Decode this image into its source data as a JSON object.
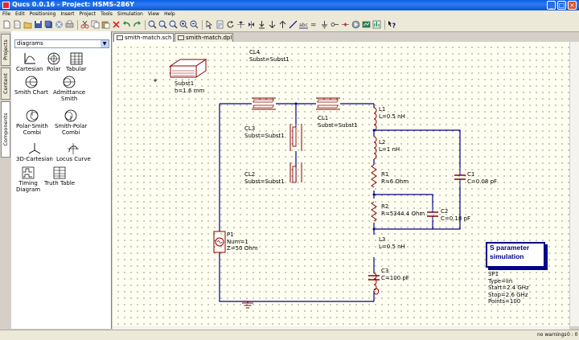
{
  "window": {
    "title": "Qucs 0.0.16 - Project: HSMS-286Y"
  },
  "menu": [
    "File",
    "Edit",
    "Positioning",
    "Insert",
    "Project",
    "Tools",
    "Simulation",
    "View",
    "Help"
  ],
  "side_tabs": [
    "Projects",
    "Content",
    "Components"
  ],
  "panel": {
    "category": "diagrams",
    "items": [
      {
        "label": "Cartesian",
        "icon": "cartesian-diagram-icon"
      },
      {
        "label": "Polar",
        "icon": "polar-diagram-icon"
      },
      {
        "label": "Tabular",
        "icon": "tabular-diagram-icon"
      },
      {
        "label": "Smith Chart",
        "icon": "smith-chart-icon"
      },
      {
        "label": "Admittance\nSmith",
        "icon": "admittance-smith-icon"
      },
      {
        "label": "Polar-Smith\nCombi",
        "icon": "polar-smith-icon"
      },
      {
        "label": "Smith-Polar\nCombi",
        "icon": "smith-polar-icon"
      },
      {
        "label": "3D-Cartesian",
        "icon": "3d-cartesian-icon"
      },
      {
        "label": "Locus Curve",
        "icon": "locus-curve-icon"
      },
      {
        "label": "Timing\nDiagram",
        "icon": "timing-diagram-icon"
      },
      {
        "label": "Truth Table",
        "icon": "truth-table-icon"
      }
    ]
  },
  "doc_tabs": [
    {
      "label": "smith-match.sch",
      "active": true
    },
    {
      "label": "smith-match.dpl",
      "active": false
    }
  ],
  "schematic": {
    "substrate": {
      "name": "Subst1",
      "param": "h=1.6 mm"
    },
    "cl4": {
      "name": "CL4",
      "param": "Subst=Subst1"
    },
    "cl3": {
      "name": "CL3",
      "param": "Subst=Subst1"
    },
    "cl1": {
      "name": "CL1",
      "param": "Subst=Subst1"
    },
    "cl2": {
      "name": "CL2",
      "param": "Subst=Subst1"
    },
    "l1": {
      "name": "L1",
      "param": "L=0.5 nH"
    },
    "l2": {
      "name": "L2",
      "param": "L=1 nH"
    },
    "r1": {
      "name": "R1",
      "param": "R=6 Ohm"
    },
    "r2": {
      "name": "R2",
      "param": "R=5344.4 Ohm"
    },
    "c2": {
      "name": "C2",
      "param": "C=0.18 pF"
    },
    "c1": {
      "name": "C1",
      "param": "C=0.08 pF"
    },
    "l3": {
      "name": "L3",
      "param": "L=0.5 nH"
    },
    "c3": {
      "name": "C3",
      "param": "C=100 pF"
    },
    "p1": {
      "name": "P1",
      "param1": "Num=1",
      "param2": "Z=50 Ohm"
    },
    "sp": {
      "box_line1": "S parameter",
      "box_line2": "simulation",
      "name": "SP1",
      "type": "Type=lin",
      "start": "Start=2.4 GHz",
      "stop": "Stop=2.6 GHz",
      "points": "Points=100"
    }
  },
  "status": {
    "warnings": "no warnings",
    "position": "0 : 0"
  },
  "colors": {
    "wire": "#00008b",
    "component": "#8b0000",
    "canvas": "#fffff2",
    "title_bar": "#0a5ee6"
  }
}
